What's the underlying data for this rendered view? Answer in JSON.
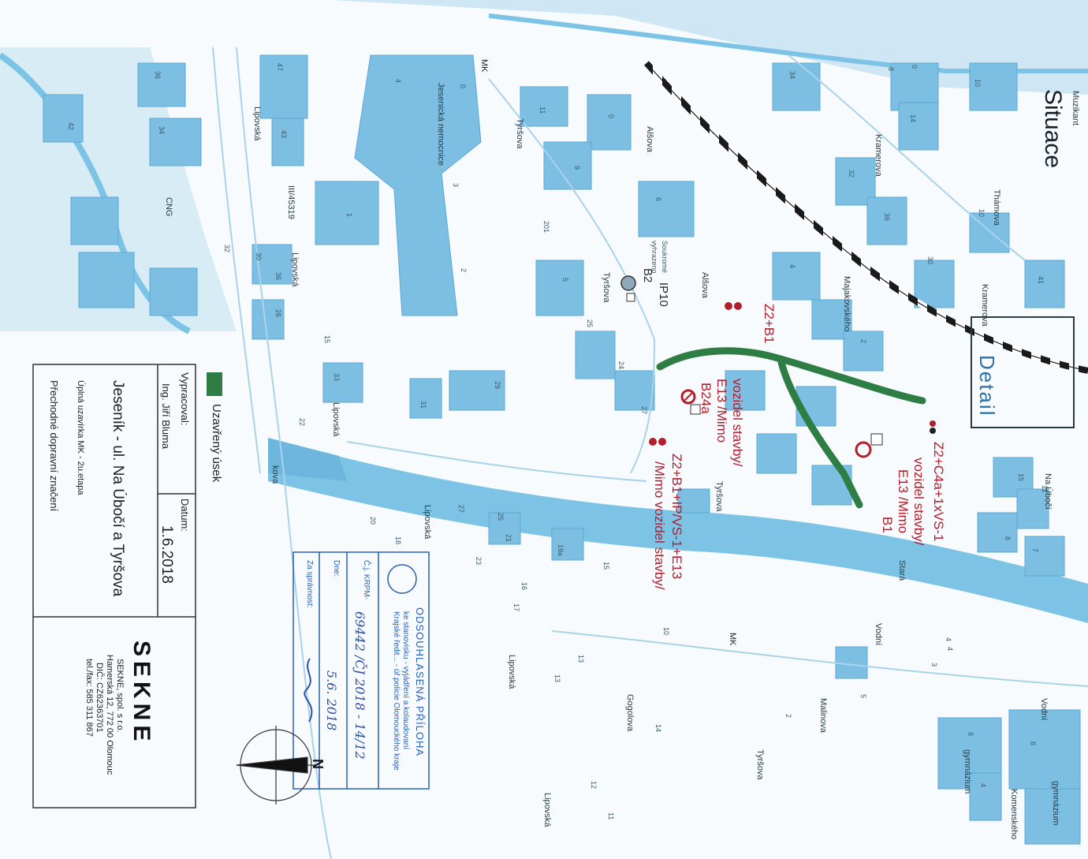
{
  "title": "Situace",
  "detail_label": "Detail",
  "streets": {
    "musikant": "Muzikant",
    "thamova": "Thámova",
    "kramerova_1": "Kramerova",
    "kramerova_2": "Kramerova",
    "majakovskeho": "Majakovského",
    "alsova_1": "Alšova",
    "alsova_2": "Alšova",
    "tyrsova_1": "Tyršova",
    "tyrsova_2": "Tyršova",
    "tyrsova_3": "Tyršova",
    "tyrsova_4": "Tyršova",
    "mk_1": "MK",
    "mk_2": "MK",
    "lipovska_1": "Lipovská",
    "lipovska_2": "Lipovská",
    "lipovska_3": "Lipovská",
    "lipovska_4": "Lipovská",
    "lipovska_5": "Lipovská",
    "lipovska_6": "Lipovská",
    "lipovska_7": "Lipovská",
    "road_iii": "III/45319",
    "cng": "CNG",
    "jesenicka_nemocnice": "Jesenická nemocnice",
    "na_uboci": "Na Úbočí",
    "vodni_1": "Vodní",
    "vodni_2": "Vodní",
    "gogolova": "Gogolova",
    "malinova": "Malinova",
    "komenskeho": "Komenského",
    "gymnazium_1": "gymnázium",
    "gymnazium_2": "gymnázium",
    "kova": "kova",
    "stara": "Stará"
  },
  "signs": {
    "z2_b1_top": "Z2+B1",
    "b24a": "B24a",
    "e13_mimo": "E13 /Mimo",
    "vozidel_stavby": "vozidel stavby/",
    "z2_b1_ip": "Z2+B1+IP/VS-1+E13",
    "mimo_vozidel": "/Mimo vozidel stavby/",
    "b1": "B1",
    "e13_mimo_2": "E13 /Mimo",
    "vozidel_stavby_2": "vozidel stavby/",
    "z2_c4a": "Z2+C4a+1xVS-1",
    "b2": "B2",
    "ip10": "IP10",
    "soukrome_1": "Soukromé",
    "soukrome_2": "vyhrazeno"
  },
  "building_numbers": [
    "36",
    "42",
    "34",
    "47",
    "43",
    "4",
    "0",
    "3",
    "1",
    "2",
    "11",
    "0",
    "9",
    "6",
    "201",
    "5",
    "30",
    "32",
    "36",
    "26",
    "15",
    "33",
    "22",
    "31",
    "29",
    "24",
    "25",
    "27",
    "34",
    "14",
    "0",
    "36",
    "32",
    "10",
    "30",
    "41",
    "2",
    "10",
    "4",
    "8",
    "11",
    "15",
    "18",
    "20",
    "27",
    "25",
    "21",
    "23",
    "17",
    "16",
    "19a",
    "13",
    "13",
    "14",
    "12",
    "11",
    "2",
    "5",
    "8",
    "8",
    "4",
    "4",
    "8",
    "7",
    "4",
    "3",
    "15",
    "10"
  ],
  "legend": {
    "closed_section": "Uzavřený úsek",
    "closed_color": "#2e7d45"
  },
  "title_block": {
    "vypracoval_label": "Vypracoval:",
    "vypracoval_value": "Ing. Jiří Bluma",
    "datum_label": "Datum:",
    "datum_value": "1.6.2018",
    "project": "Jeseník - ul. Na Úbočí a Tyršova",
    "closure": "Úplná uzavírka MK - 2u.etapa",
    "subject": "Přechodné dopravní značení",
    "company_logo": "SEKNE",
    "company_name": "SEKNE, spol. s r.o.",
    "company_address": "Hamerská 12, 772 00 Olomouc",
    "company_dic": "DIČ: CZ62363701",
    "company_phone": "tel./fax: 585 311 867"
  },
  "stamp": {
    "title": "ODSOUHLASENÁ PŘÍLOHA",
    "line1": "ke stanovisku - vyjádření a kolaudovaní",
    "line2": "Krajské ředit... - úř.policie Olomouckého kraje",
    "cj_label": "Č.j. KRPM-",
    "cj_value": "69442 /ČJ 2018 - 14/12",
    "dne_label": "Dne:",
    "dne_value": "5.6. 2018",
    "za_spravnost_label": "Za správnost:",
    "signature": "signature"
  },
  "north_label": "N",
  "colors": {
    "map_blue": "#7cc3e6",
    "building_blue": "#6fb6df",
    "closed_green": "#2e7d45",
    "sign_red": "#b21e2b",
    "railway": "#1a1a1a",
    "stamp_blue": "#2b5fb3"
  }
}
